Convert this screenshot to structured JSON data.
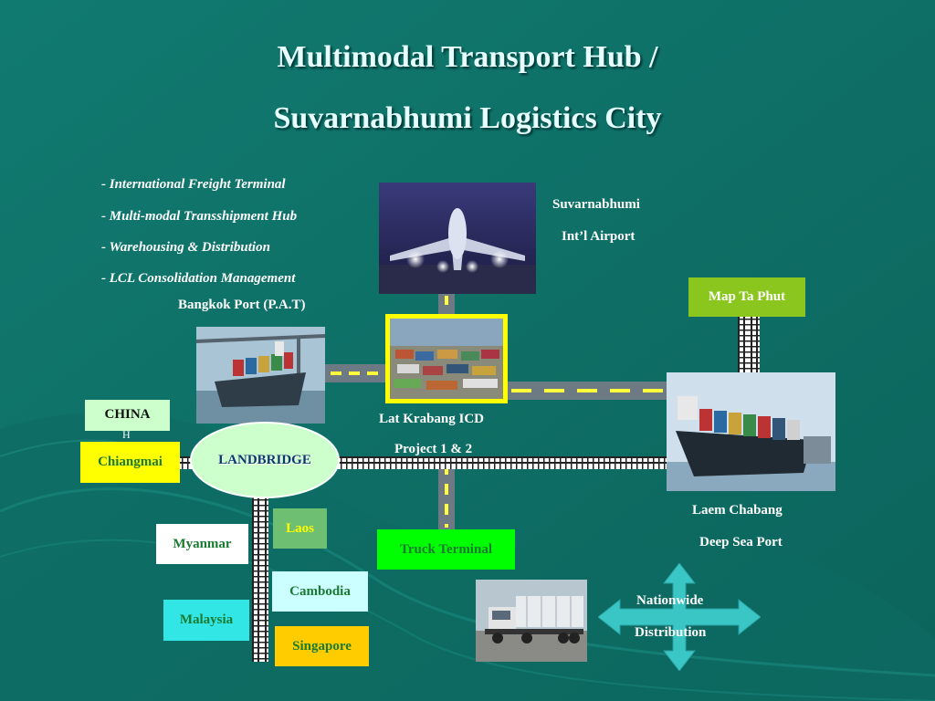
{
  "title": {
    "line1": "Multimodal Transport Hub /",
    "line2": "Suvarnabhumi Logistics City"
  },
  "bullets": [
    "- International Freight Terminal",
    "- Multi-modal Transshipment Hub",
    "- Warehousing & Distribution",
    "- LCL Consolidation Management"
  ],
  "airport": {
    "line1": "Suvarnabhumi",
    "line2": "Int’l Airport"
  },
  "bangkok_port": "Bangkok Port (P.A.T)",
  "icd": {
    "line1": "Lat Krabang ICD",
    "line2": "Project 1 & 2"
  },
  "laem_chabang": {
    "line1": "Laem Chabang",
    "line2": "Deep Sea Port"
  },
  "nationwide": {
    "line1": "Nationwide",
    "line2": "Distribution"
  },
  "boxes": {
    "map_ta_phut": "Map Ta Phut",
    "china": "CHINA",
    "china_sub": "H",
    "chiangmai": "Chiangmai",
    "landbridge": "LANDBRIDGE",
    "myanmar": "Myanmar",
    "laos": "Laos",
    "cambodia": "Cambodia",
    "malaysia": "Malaysia",
    "singapore": "Singapore",
    "truck_terminal": "Truck Terminal"
  },
  "colors": {
    "background": "#0f7168",
    "road": "#6d7a83",
    "dash": "#ffff3c",
    "map_ta_phut_box": "#8bc61f",
    "chiangmai_box": "#ffff00",
    "laos_box": "#6fbf73",
    "cambodia_box": "#ccffff",
    "malaysia_box": "#33e6e6",
    "singapore_box": "#ffcc00",
    "truck_box": "#00ff00",
    "landbridge_oval": "#ccffcc",
    "arrow": "#3bc6c6"
  },
  "icons": [
    "airplane-photo",
    "container-ship-photo",
    "port-yard-photo",
    "deep-sea-ship-photo",
    "truck-photo",
    "four-way-arrow-icon"
  ]
}
